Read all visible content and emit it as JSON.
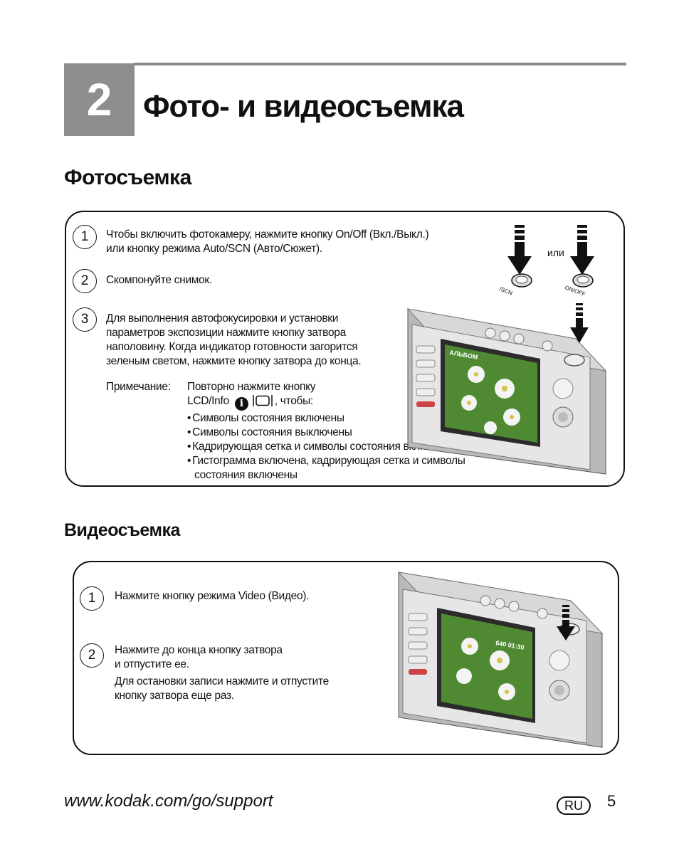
{
  "chapter": {
    "number": "2",
    "title": "Фото- и видеосъемка"
  },
  "photo": {
    "heading": "Фотосъемка",
    "steps": [
      {
        "num": "1",
        "lines": [
          "Чтобы включить фотокамеру, нажмите кнопку On/Off (Вкл./Выкл.)",
          "или кнопку режима Auto/SCN (Авто/Сюжет)."
        ]
      },
      {
        "num": "2",
        "lines": [
          "Скомпонуйте снимок."
        ]
      },
      {
        "num": "3",
        "lines": [
          "Для выполнения автофокусировки и установки",
          "параметров экспозиции нажмите кнопку затвора",
          "наполовину. Когда индикатор готовности загорится",
          "зеленым светом, нажмите кнопку затвора до конца."
        ]
      }
    ],
    "note": {
      "label": "Примечание:",
      "line1": "Повторно нажмите кнопку",
      "line2_prefix": "LCD/Info",
      "line2_suffix": ", чтобы:",
      "bullets": [
        "Символы состояния включены",
        "Символы состояния выключены",
        "Кадрирующая сетка и символы состояния включены",
        "Гистограмма включена, кадрирующая сетка и символы"
      ],
      "bullet_cont": "состояния включены"
    },
    "illustration": {
      "or": "или",
      "btn_left_label": "/SCN",
      "btn_right_label": "ON/OFF",
      "screen_label": "АЛЬБОМ"
    }
  },
  "video": {
    "heading": "Видеосъемка",
    "steps": [
      {
        "num": "1",
        "lines": [
          "Нажмите кнопку режима Video (Видео)."
        ]
      },
      {
        "num": "2",
        "lines": [
          "Нажмите до конца кнопку затвора",
          "и отпустите ее."
        ],
        "extra": [
          "Для остановки записи нажмите и отпустите",
          "кнопку затвора еще раз."
        ]
      }
    ],
    "illustration": {
      "screen_readout": "640  01:30"
    }
  },
  "footer": {
    "url": "www.kodak.com/go/support",
    "lang": "RU",
    "page": "5"
  },
  "colors": {
    "chapter_block": "#8d8d8d",
    "rule": "#8a8a8a",
    "camera_body": "#c9c9c9",
    "screen_green": "#3f7a2e"
  }
}
